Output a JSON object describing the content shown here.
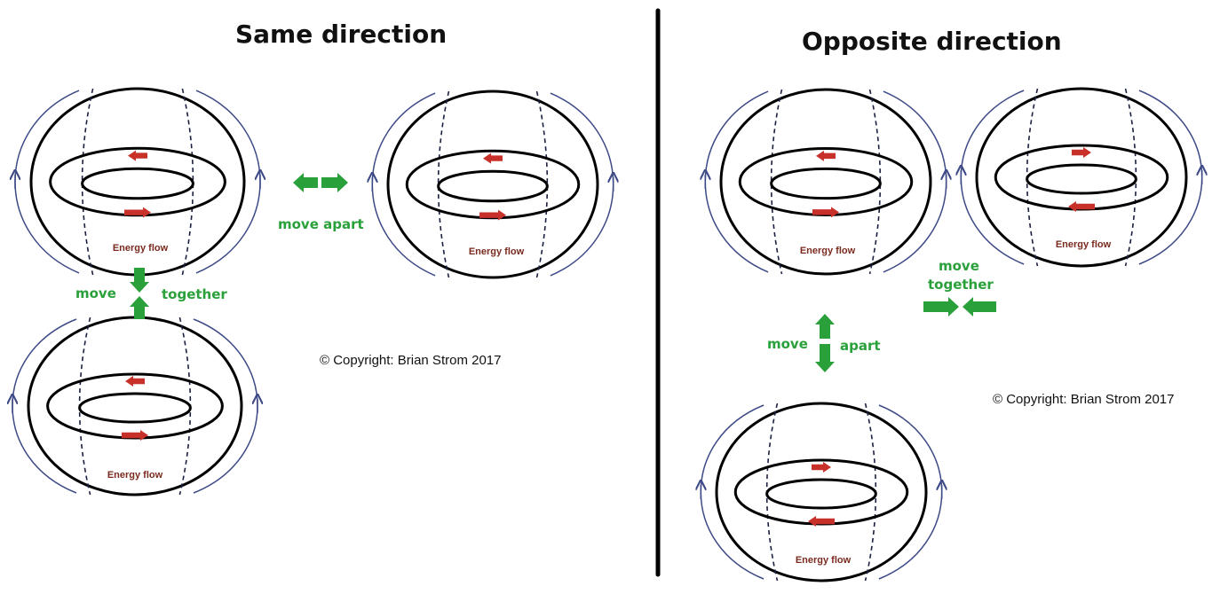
{
  "titles": {
    "left": "Same direction",
    "right": "Opposite direction"
  },
  "labels": {
    "energy_flow": "Energy flow",
    "move_apart": "move apart",
    "move": "move",
    "together": "together",
    "apart": "apart"
  },
  "copyright": "© Copyright: Brian Strom 2017",
  "colors": {
    "outline": "#000000",
    "field_lines": "#3d4a86",
    "flow_arrow": "#c8302a",
    "motion_arrow": "#2aa03a",
    "energy_text": "#7a2a1f",
    "motion_text": "#2aa03a"
  },
  "scenes": {
    "same_direction": {
      "tori": [
        {
          "name": "top-left",
          "top_flow": "left",
          "bottom_flow": "right"
        },
        {
          "name": "top-right",
          "top_flow": "left",
          "bottom_flow": "right"
        },
        {
          "name": "bottom-left",
          "top_flow": "left",
          "bottom_flow": "right"
        }
      ]
    },
    "opposite_direction": {
      "tori": [
        {
          "name": "top-left",
          "top_flow": "left",
          "bottom_flow": "right"
        },
        {
          "name": "top-right",
          "top_flow": "right",
          "bottom_flow": "left"
        },
        {
          "name": "bottom",
          "top_flow": "right",
          "bottom_flow": "left"
        }
      ]
    }
  }
}
